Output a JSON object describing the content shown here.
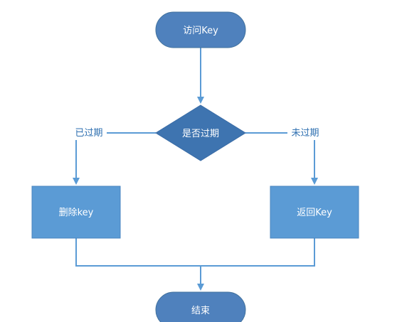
{
  "colors": {
    "terminal_fill": "#4f81bd",
    "terminal_border": "#41719c",
    "decision_fill": "#3e74b0",
    "process_fill": "#5b9bd5",
    "process_border": "#4a86c0",
    "connector": "#5b9bd5",
    "node_text": "#ffffff",
    "edge_label_text": "#2e6fb0"
  },
  "nodes": {
    "start": {
      "shape": "terminal",
      "label": "访问Key"
    },
    "decision": {
      "shape": "decision",
      "label": "是否过期"
    },
    "delete": {
      "shape": "process",
      "label": "删除key"
    },
    "return": {
      "shape": "process",
      "label": "返回Key"
    },
    "end": {
      "shape": "terminal",
      "label": "结束"
    }
  },
  "edges": {
    "expired": {
      "from": "decision",
      "to": "delete",
      "label": "已过期"
    },
    "not_expired": {
      "from": "decision",
      "to": "return",
      "label": "未过期"
    }
  }
}
